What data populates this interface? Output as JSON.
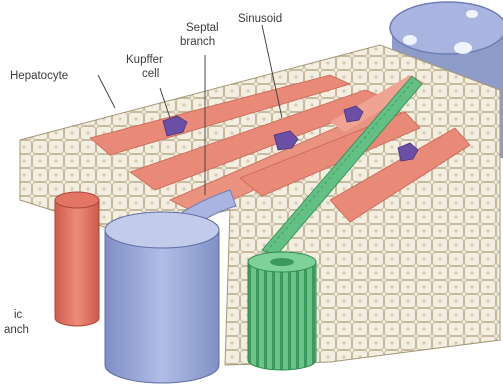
{
  "labels": {
    "hepatocyte": "Hepatocyte",
    "kupffer_line1": "Kupffer",
    "kupffer_line2": "cell",
    "septal_line1": "Septal",
    "septal_line2": "branch",
    "sinusoid": "Sinusoid",
    "partial_bottom_line1": "ic",
    "partial_bottom_line2": "anch"
  },
  "colors": {
    "hepatocyte": "#efe8d8",
    "hepatocyte_outline": "#b9ab8e",
    "sinusoid": "#e98a78",
    "portal_vein": "#9aaad8",
    "hepatic_artery": "#e47565",
    "bile_duct": "#5fbf7e",
    "kupffer_cell": "#6b4fa6",
    "central_vein": "#8e9cc9"
  }
}
